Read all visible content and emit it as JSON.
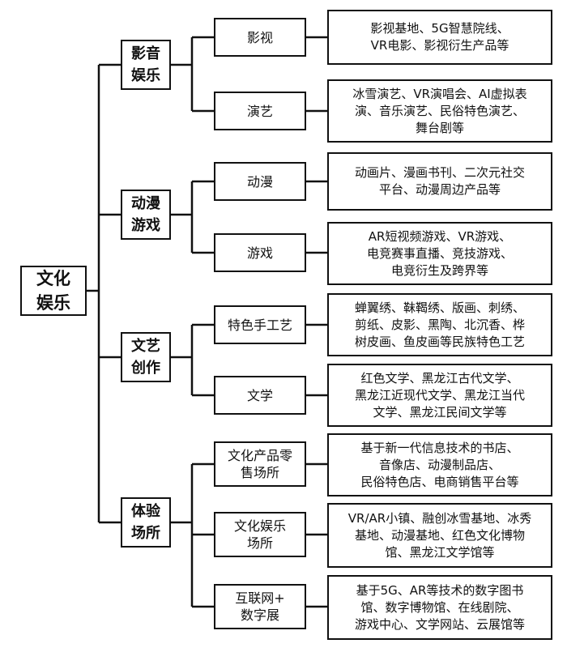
{
  "root": "文化\n娱乐",
  "categories": [
    {
      "label": "影音\n娱乐",
      "items": [
        {
          "label": "影视",
          "detail": "影视基地、5G智慧院线、\nVR电影、影视衍生产品等"
        },
        {
          "label": "演艺",
          "detail": "冰雪演艺、VR演唱会、AI虚拟表\n演、音乐演艺、民俗特色演艺、\n舞台剧等"
        }
      ]
    },
    {
      "label": "动漫\n游戏",
      "items": [
        {
          "label": "动漫",
          "detail": "动画片、漫画书刊、二次元社交\n平台、动漫周边产品等"
        },
        {
          "label": "游戏",
          "detail": "AR短视频游戏、VR游戏、\n电竞赛事直播、竞技游戏、\n电竞衍生及跨界等"
        }
      ]
    },
    {
      "label": "文艺\n创作",
      "items": [
        {
          "label": "特色手工艺",
          "detail": "蝉翼绣、靺鞨绣、版画、刺绣、\n剪纸、皮影、黑陶、北沉香、桦\n树皮画、鱼皮画等民族特色工艺"
        },
        {
          "label": "文学",
          "detail": "红色文学、黑龙江古代文学、\n黑龙江近现代文学、黑龙江当代\n文学、黑龙江民间文学等"
        }
      ]
    },
    {
      "label": "体验\n场所",
      "items": [
        {
          "label": "文化产品零\n售场所",
          "detail": "基于新一代信息技术的书店、\n音像店、动漫制品店、\n民俗特色店、电商销售平台等"
        },
        {
          "label": "文化娱乐\n场所",
          "detail": "VR/AR小镇、融创冰雪基地、冰秀\n基地、动漫基地、红色文化博物\n馆、黑龙江文学馆等"
        },
        {
          "label": "互联网+\n数字展",
          "detail": "基于5G、AR等技术的数字图书\n馆、数字博物馆、在线剧院、\n游戏中心、文学网站、云展馆等"
        }
      ]
    }
  ]
}
